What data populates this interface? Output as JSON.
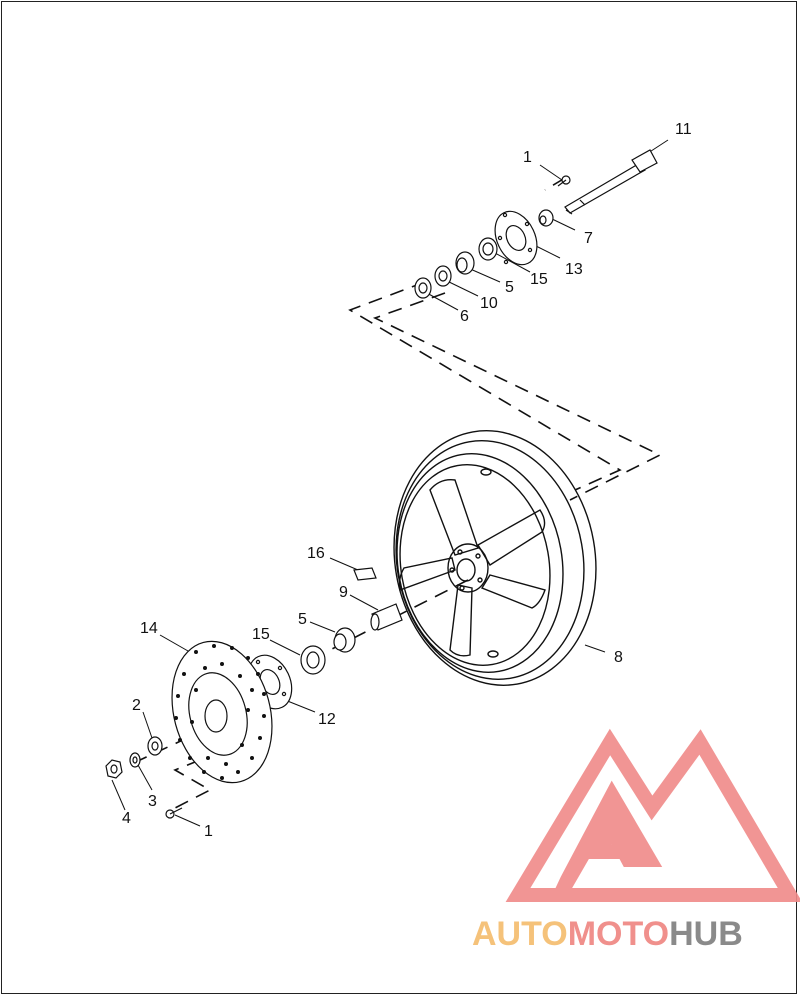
{
  "diagram": {
    "callouts": [
      "1",
      "11",
      "7",
      "13",
      "15",
      "5",
      "10",
      "6",
      "16",
      "9",
      "5",
      "15",
      "14",
      "12",
      "8",
      "2",
      "3",
      "4",
      "1"
    ]
  },
  "logo": {
    "word_auto": "AUTO",
    "word_moto": "MOTO",
    "word_hub": "HUB",
    "color_auto": "#f5c27a",
    "color_moto": "#f0908c",
    "color_hub": "#8a8a8a",
    "color_mark": "#f08a88"
  }
}
